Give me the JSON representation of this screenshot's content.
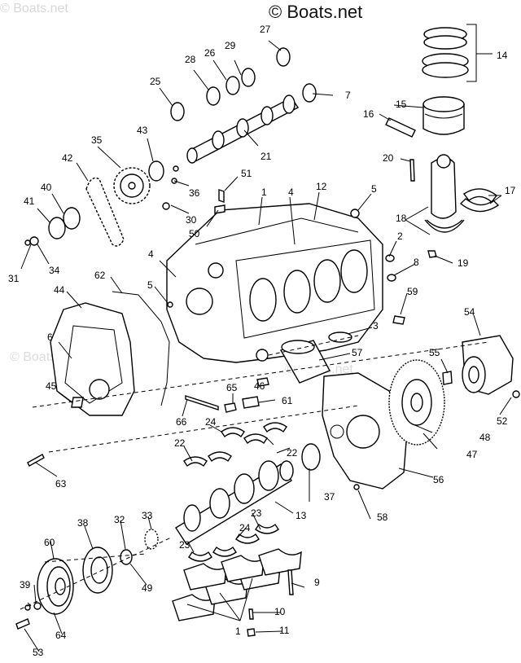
{
  "watermark": {
    "main": "© Boats.net",
    "faint_top": "© Boats.net",
    "faint_left": "© Boats.net",
    "faint_center": "© Boats.net"
  },
  "callouts": [
    {
      "id": "c1a",
      "text": "1"
    },
    {
      "id": "c1b",
      "text": "1"
    },
    {
      "id": "c2",
      "text": "2"
    },
    {
      "id": "c3",
      "text": "3"
    },
    {
      "id": "c4a",
      "text": "4"
    },
    {
      "id": "c4b",
      "text": "4"
    },
    {
      "id": "c5a",
      "text": "5"
    },
    {
      "id": "c5b",
      "text": "5"
    },
    {
      "id": "c6",
      "text": "6"
    },
    {
      "id": "c7",
      "text": "7"
    },
    {
      "id": "c8",
      "text": "8"
    },
    {
      "id": "c9",
      "text": "9"
    },
    {
      "id": "c10",
      "text": "10"
    },
    {
      "id": "c11",
      "text": "11"
    },
    {
      "id": "c12",
      "text": "12"
    },
    {
      "id": "c13",
      "text": "13"
    },
    {
      "id": "c14",
      "text": "14"
    },
    {
      "id": "c15",
      "text": "15"
    },
    {
      "id": "c16",
      "text": "16"
    },
    {
      "id": "c17",
      "text": "17"
    },
    {
      "id": "c18",
      "text": "18"
    },
    {
      "id": "c19",
      "text": "19"
    },
    {
      "id": "c20",
      "text": "20"
    },
    {
      "id": "c21",
      "text": "21"
    },
    {
      "id": "c22a",
      "text": "22"
    },
    {
      "id": "c22b",
      "text": "22"
    },
    {
      "id": "c23a",
      "text": "23"
    },
    {
      "id": "c23b",
      "text": "23"
    },
    {
      "id": "c24a",
      "text": "24"
    },
    {
      "id": "c24b",
      "text": "24"
    },
    {
      "id": "c25",
      "text": "25"
    },
    {
      "id": "c26",
      "text": "26"
    },
    {
      "id": "c27",
      "text": "27"
    },
    {
      "id": "c28",
      "text": "28"
    },
    {
      "id": "c29",
      "text": "29"
    },
    {
      "id": "c30",
      "text": "30"
    },
    {
      "id": "c31",
      "text": "31"
    },
    {
      "id": "c32",
      "text": "32"
    },
    {
      "id": "c33",
      "text": "33"
    },
    {
      "id": "c34",
      "text": "34"
    },
    {
      "id": "c35",
      "text": "35"
    },
    {
      "id": "c36",
      "text": "36"
    },
    {
      "id": "c37",
      "text": "37"
    },
    {
      "id": "c38",
      "text": "38"
    },
    {
      "id": "c39",
      "text": "39"
    },
    {
      "id": "c40",
      "text": "40"
    },
    {
      "id": "c41",
      "text": "41"
    },
    {
      "id": "c42",
      "text": "42"
    },
    {
      "id": "c43",
      "text": "43"
    },
    {
      "id": "c44",
      "text": "44"
    },
    {
      "id": "c45",
      "text": "45"
    },
    {
      "id": "c46",
      "text": "46"
    },
    {
      "id": "c47",
      "text": "47"
    },
    {
      "id": "c48",
      "text": "48"
    },
    {
      "id": "c49",
      "text": "49"
    },
    {
      "id": "c50",
      "text": "50"
    },
    {
      "id": "c51",
      "text": "51"
    },
    {
      "id": "c52",
      "text": "52"
    },
    {
      "id": "c53",
      "text": "53"
    },
    {
      "id": "c54",
      "text": "54"
    },
    {
      "id": "c55",
      "text": "55"
    },
    {
      "id": "c56",
      "text": "56"
    },
    {
      "id": "c57",
      "text": "57"
    },
    {
      "id": "c58",
      "text": "58"
    },
    {
      "id": "c59",
      "text": "59"
    },
    {
      "id": "c60",
      "text": "60"
    },
    {
      "id": "c61",
      "text": "61"
    },
    {
      "id": "c62",
      "text": "62"
    },
    {
      "id": "c63",
      "text": "63"
    },
    {
      "id": "c64",
      "text": "64"
    },
    {
      "id": "c65",
      "text": "65"
    },
    {
      "id": "c66",
      "text": "66"
    }
  ]
}
